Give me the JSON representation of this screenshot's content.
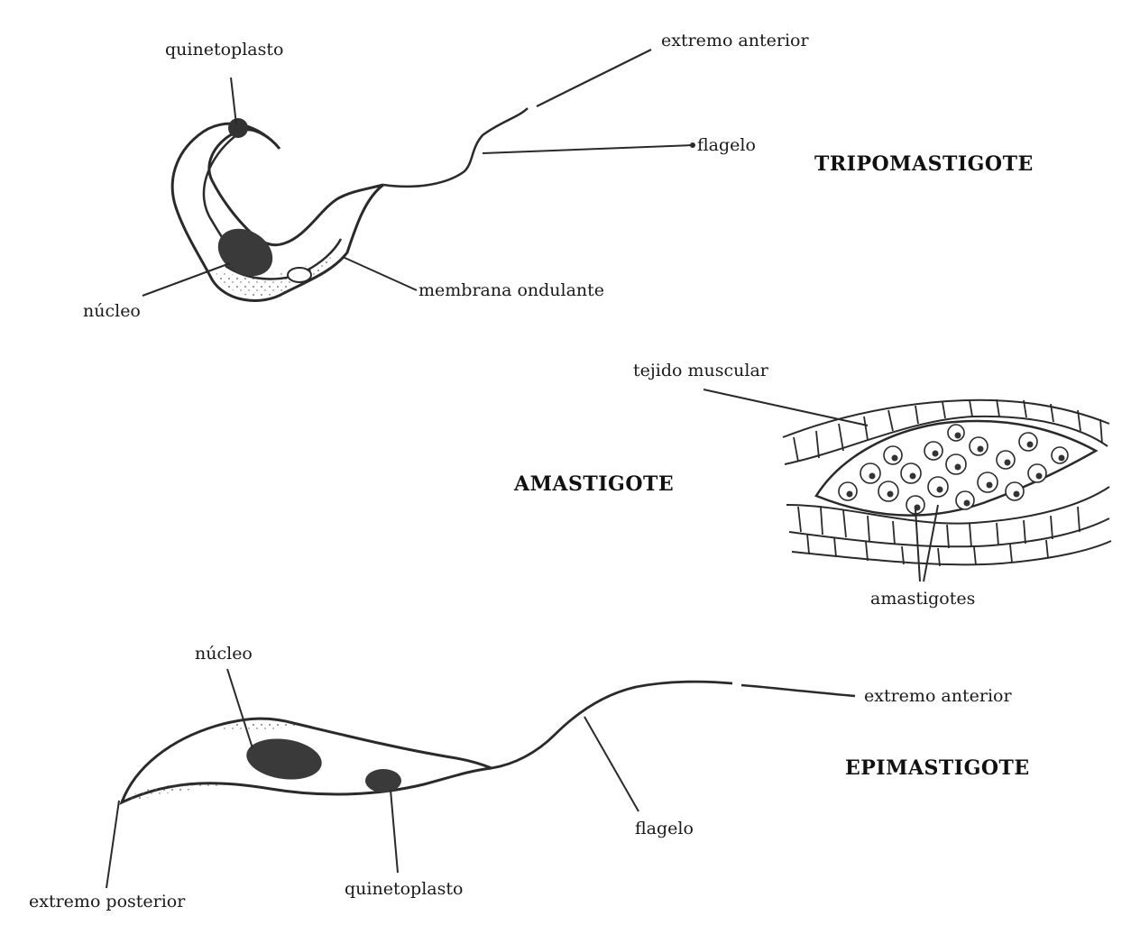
{
  "colors": {
    "ink": "#2a2a2a",
    "dark": "#3a3a3a",
    "fill": "#ffffff"
  },
  "tripomastigote": {
    "title": "TRIPOMASTIGOTE",
    "quinetoplasto": "quinetoplasto",
    "extremo_anterior": "extremo anterior",
    "flagelo": "flagelo",
    "nucleo": "núcleo",
    "membrana": "membrana ondulante"
  },
  "amastigote": {
    "title": "AMASTIGOTE",
    "tejido": "tejido muscular",
    "amastigotes": "amastigotes"
  },
  "epimastigote": {
    "title": "EPIMASTIGOTE",
    "nucleo": "núcleo",
    "extremo_anterior": "extremo anterior",
    "flagelo": "flagelo",
    "extremo_posterior": "extremo posterior",
    "quinetoplasto": "quinetoplasto"
  }
}
